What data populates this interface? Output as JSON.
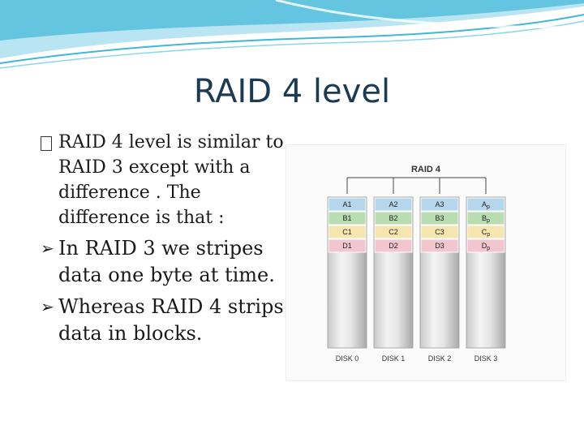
{
  "slide": {
    "title": "RAID 4 level",
    "bullets": [
      {
        "marker": "box",
        "text": "RAID 4 level is similar to RAID 3 except with a difference . The difference is that :"
      },
      {
        "marker": "arrow",
        "text": "In RAID 3 we stripes data one byte at time."
      },
      {
        "marker": "arrow",
        "text": "Whereas RAID 4 strips data in blocks."
      }
    ]
  },
  "diagram": {
    "title": "RAID 4",
    "disks": [
      {
        "label": "DISK 0",
        "blocks": [
          "A1",
          "B1",
          "C1",
          "D1"
        ]
      },
      {
        "label": "DISK 1",
        "blocks": [
          "A2",
          "B2",
          "C2",
          "D2"
        ]
      },
      {
        "label": "DISK 2",
        "blocks": [
          "A3",
          "B3",
          "C3",
          "D3"
        ]
      },
      {
        "label": "DISK 3",
        "blocks": [
          "Ap",
          "Bp",
          "Cp",
          "Dp"
        ]
      }
    ],
    "row_colors": [
      "#b6d6ec",
      "#b9dcb0",
      "#f5e6b0",
      "#f1c6cf"
    ]
  },
  "theme": {
    "title_color": "#1b3a54",
    "wave_color": "#3fb8d8"
  }
}
